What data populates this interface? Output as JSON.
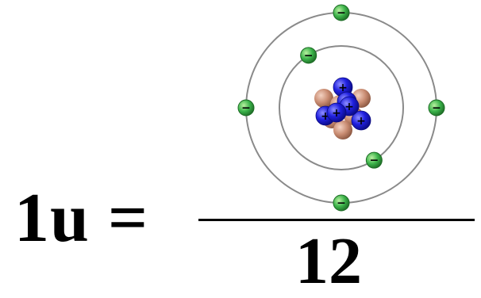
{
  "equation": {
    "lhs": "1u =",
    "denominator": "12"
  },
  "atom": {
    "icon": "carbon-atom-icon",
    "protons": 6,
    "neutrons": 6,
    "electrons": 6,
    "shells": 2,
    "proton_sign": "+",
    "electron_sign": "−",
    "colors": {
      "proton": "#1a1adf",
      "neutron": "#c98c72",
      "electron": "#2fa03c",
      "orbit": "#8a8a8a",
      "text": "#000000"
    }
  }
}
